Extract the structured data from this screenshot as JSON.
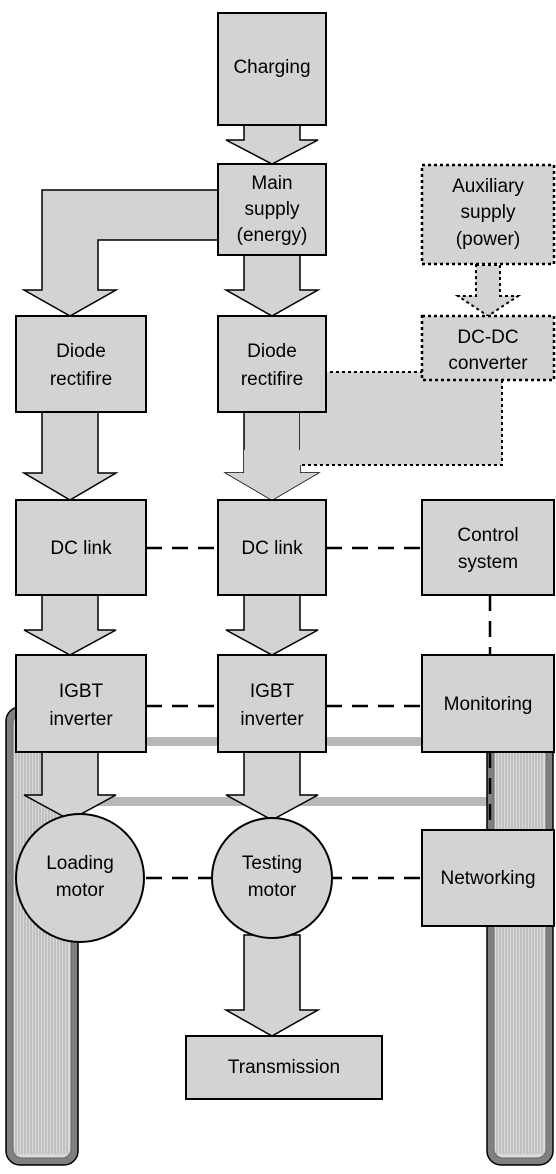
{
  "colors": {
    "fill": "#d3d3d3",
    "stroke": "#000000",
    "tire_fill": "#d9d9d9",
    "tire_rim": "#808080",
    "axle": "#b8b8b8"
  },
  "blocks": {
    "charging": "Charging",
    "main_supply": [
      "Main",
      "supply",
      "(energy)"
    ],
    "auxiliary_supply": [
      "Auxiliary",
      "supply",
      "(power)"
    ],
    "diode_rectifier_left": [
      "Diode",
      "rectifire"
    ],
    "diode_rectifier_center": [
      "Diode",
      "rectifire"
    ],
    "dcdc_converter": [
      "DC-DC",
      "converter"
    ],
    "dc_link_left": "DC link",
    "dc_link_center": "DC link",
    "control_system": [
      "Control",
      "system"
    ],
    "igbt_inverter_left": [
      "IGBT",
      "inverter"
    ],
    "igbt_inverter_center": [
      "IGBT",
      "inverter"
    ],
    "monitoring": "Monitoring",
    "loading_motor": [
      "Loading",
      "motor"
    ],
    "testing_motor": [
      "Testing",
      "motor"
    ],
    "networking": "Networking",
    "transmission": "Transmission"
  },
  "icons": {
    "tire_left": "tire-icon",
    "tire_right": "tire-icon"
  }
}
